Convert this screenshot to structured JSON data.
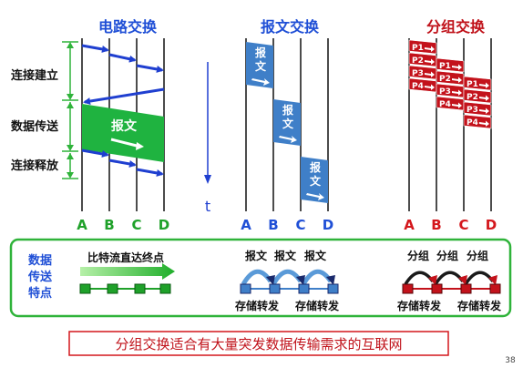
{
  "titles": {
    "circuit": "电路交换",
    "message": "报文交换",
    "packet": "分组交换"
  },
  "colors": {
    "title_blue": "#1f4fd6",
    "title_red": "#c0121a",
    "node_green": "#1fa12a",
    "node_blue": "#1f4fd6",
    "node_red": "#d4171c",
    "bracket_green": "#2fb33a",
    "data_green": "#1fb340",
    "message_blue": "#3f7fc8",
    "packet_red": "#c3121b"
  },
  "phases": [
    "连接建立",
    "数据传送",
    "连接释放"
  ],
  "nodes": [
    "A",
    "B",
    "C",
    "D"
  ],
  "circuit_data_label": "报文",
  "message_block_label": [
    "报",
    "文"
  ],
  "time_label": "t",
  "packets": [
    [
      "P1",
      "P2",
      "P3",
      "P4"
    ],
    [
      "P1",
      "P2",
      "P3",
      "P4"
    ],
    [
      "P1",
      "P2",
      "P3",
      "P4"
    ]
  ],
  "bottom_box": {
    "side_label": [
      "数据",
      "传送",
      "特点"
    ],
    "circuit_caption": "比特流直达终点",
    "message_labels": [
      "报文",
      "报文",
      "报文"
    ],
    "message_store_labels": [
      "存储转发",
      "存储转发"
    ],
    "packet_labels": [
      "分组",
      "分组",
      "分组"
    ],
    "packet_store_labels": [
      "存储转发",
      "存储转发"
    ]
  },
  "footer": "分组交换适合有大量突发数据传输需求的互联网",
  "page_number": "38"
}
